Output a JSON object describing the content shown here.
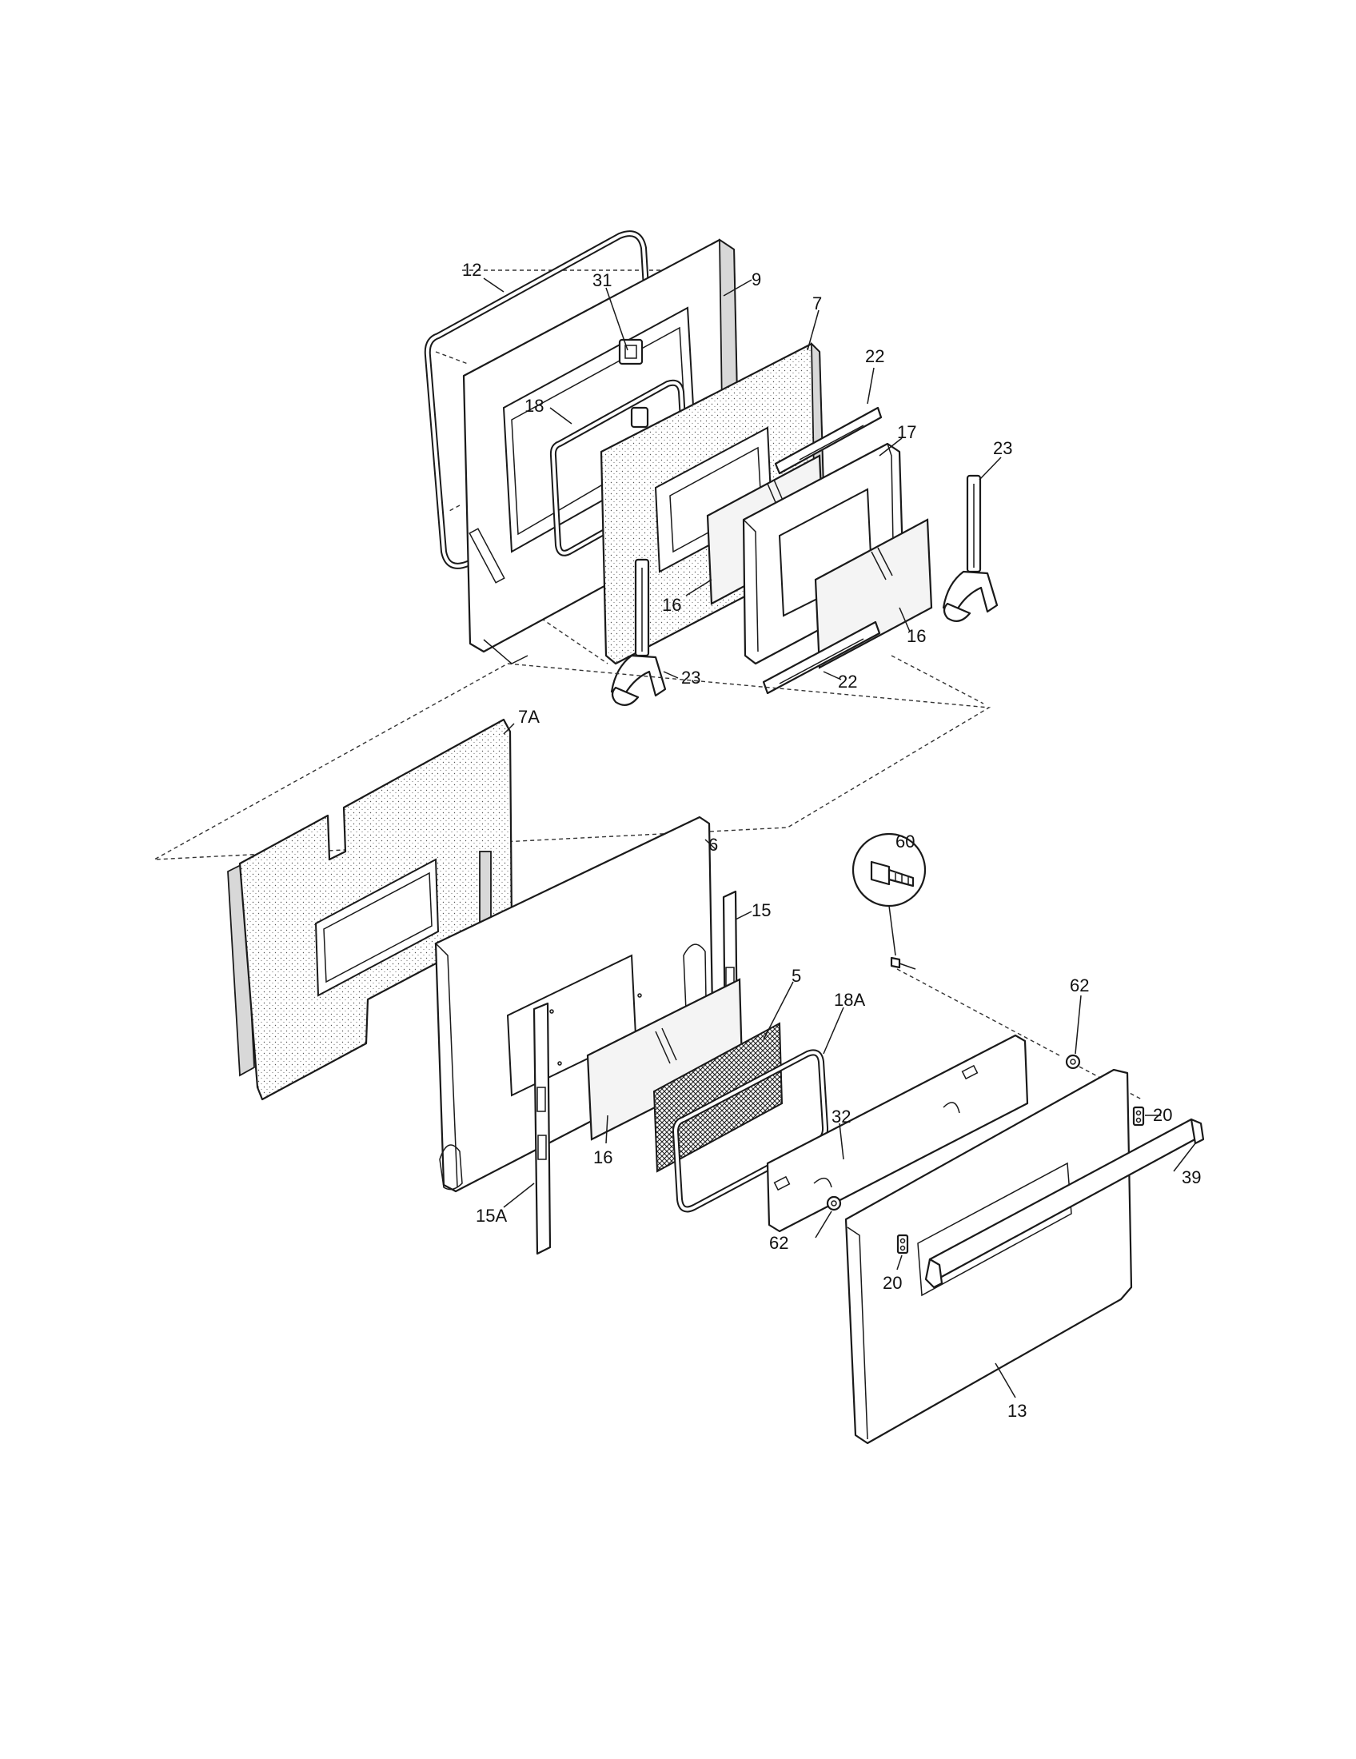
{
  "diagram": {
    "callouts": [
      {
        "id": "c12",
        "label": "12"
      },
      {
        "id": "c31",
        "label": "31"
      },
      {
        "id": "c9",
        "label": "9"
      },
      {
        "id": "c7",
        "label": "7"
      },
      {
        "id": "c22a",
        "label": "22"
      },
      {
        "id": "c18",
        "label": "18"
      },
      {
        "id": "c17",
        "label": "17"
      },
      {
        "id": "c23a",
        "label": "23"
      },
      {
        "id": "c16a",
        "label": "16"
      },
      {
        "id": "c16b",
        "label": "16"
      },
      {
        "id": "c23b",
        "label": "23"
      },
      {
        "id": "c22b",
        "label": "22"
      },
      {
        "id": "c7A",
        "label": "7A"
      },
      {
        "id": "c6",
        "label": "6"
      },
      {
        "id": "c60",
        "label": "60"
      },
      {
        "id": "c15",
        "label": "15"
      },
      {
        "id": "c5",
        "label": "5"
      },
      {
        "id": "c18A",
        "label": "18A"
      },
      {
        "id": "c62a",
        "label": "62"
      },
      {
        "id": "c20a",
        "label": "20"
      },
      {
        "id": "c32",
        "label": "32"
      },
      {
        "id": "c39",
        "label": "39"
      },
      {
        "id": "c16c",
        "label": "16"
      },
      {
        "id": "c15A",
        "label": "15A"
      },
      {
        "id": "c62b",
        "label": "62"
      },
      {
        "id": "c20b",
        "label": "20"
      },
      {
        "id": "c13",
        "label": "13"
      }
    ]
  }
}
